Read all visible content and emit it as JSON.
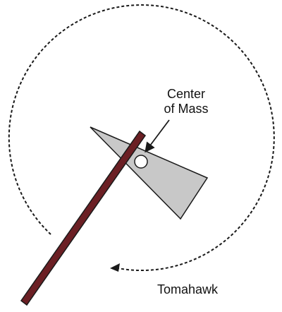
{
  "labels": {
    "center_of_mass_line1": "Center",
    "center_of_mass_line2": "of Mass",
    "caption": "Tomahawk"
  },
  "colors": {
    "handle_fill": "#6b1f24",
    "blade_fill": "#c8c8c8",
    "outline": "#1a1a1a",
    "rotation_path": "#1a1a1a",
    "center_of_mass_marker": "#ffffff"
  },
  "icons": {
    "rotation": "dashed-circular-arrow-icon",
    "center_of_mass": "white-circle-marker"
  }
}
